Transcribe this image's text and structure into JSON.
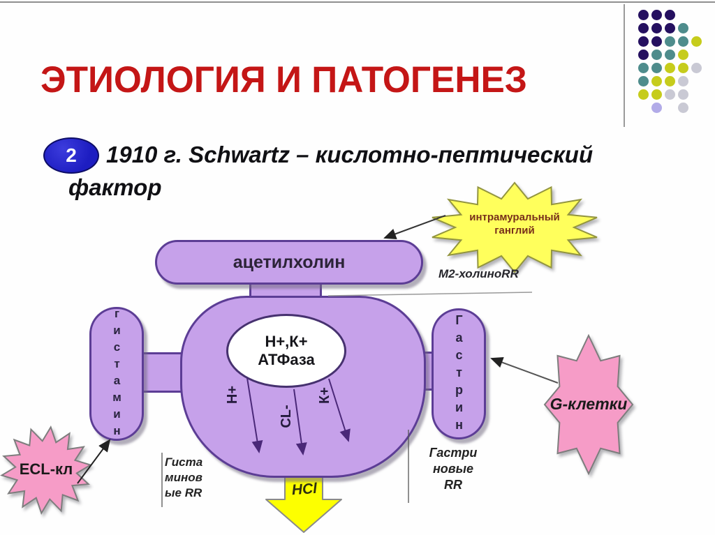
{
  "slide": {
    "title": "ЭТИОЛОГИЯ И ПАТОГЕНЕЗ",
    "bullet_number": "2",
    "bullet_line1": "1910 г. Schwartz – кислотно-пептический",
    "bullet_line2": "фактор"
  },
  "diagram": {
    "ganglion_line1": "интрамуральный",
    "ganglion_line2": "ганглий",
    "acetylcholine_label": "ацетилхолин",
    "m2_receptor_label": "М2-холиноRR",
    "pump_line1": "Н+,К+",
    "pump_line2": "АТФаза",
    "histamine_vertical_label": "гистамин",
    "gastrin_vertical_label": "Гастрин",
    "ion_labels": [
      "Н+",
      "CL-",
      "К+"
    ],
    "ecl_cell_label": "ECL-кл",
    "g_cell_label": "G-клетки",
    "histamine_receptor_lines": [
      "Гиста",
      "минов",
      "ые RR"
    ],
    "gastrin_receptor_lines": [
      "Гастри",
      "новые",
      "RR"
    ],
    "hcl_label": "HCl"
  },
  "colors": {
    "title_red": "#c41616",
    "bullet_blue": "#1d1dc1",
    "shape_purple": "#c6a1ea",
    "shape_purple_border": "#5c3d95",
    "star_yellow": "#ffff5c",
    "star_pink": "#f69cc7",
    "hcl_yellow": "#fdff00",
    "ganglion_text": "#78301a",
    "dots": {
      "p": "#251060",
      "t": "#4e8c8c",
      "y": "#c6cc1c",
      "g": "#c9c9d4",
      "l": "#b2abe8"
    }
  },
  "decoration": {
    "dot_grid": [
      [
        "p",
        "p",
        "p",
        null,
        null
      ],
      [
        "p",
        "p",
        "p",
        "t",
        null
      ],
      [
        "p",
        "p",
        "t",
        "t",
        "y"
      ],
      [
        "p",
        "t",
        "t",
        "y",
        null
      ],
      [
        "t",
        "t",
        "y",
        "y",
        "g"
      ],
      [
        "t",
        "y",
        "y",
        "g",
        null
      ],
      [
        "y",
        "y",
        "g",
        "g",
        null
      ],
      [
        null,
        "l",
        null,
        "g",
        null
      ]
    ]
  }
}
